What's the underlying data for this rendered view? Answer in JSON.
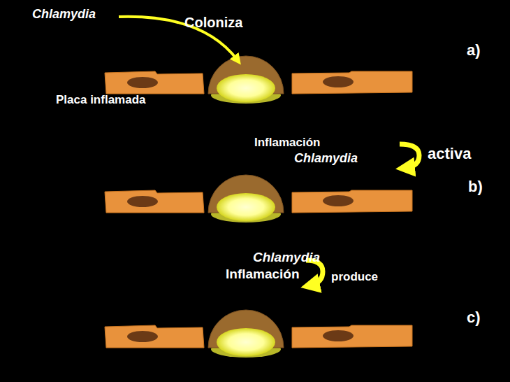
{
  "diagram": {
    "labels": [
      "Chlamydia",
      "Coloniza",
      "a)",
      "Placa inflamada",
      "Inflamación",
      "Chlamydia",
      "activa",
      "b)",
      "Chlamydia",
      "Inflamación",
      "produce",
      "c)"
    ]
  }
}
